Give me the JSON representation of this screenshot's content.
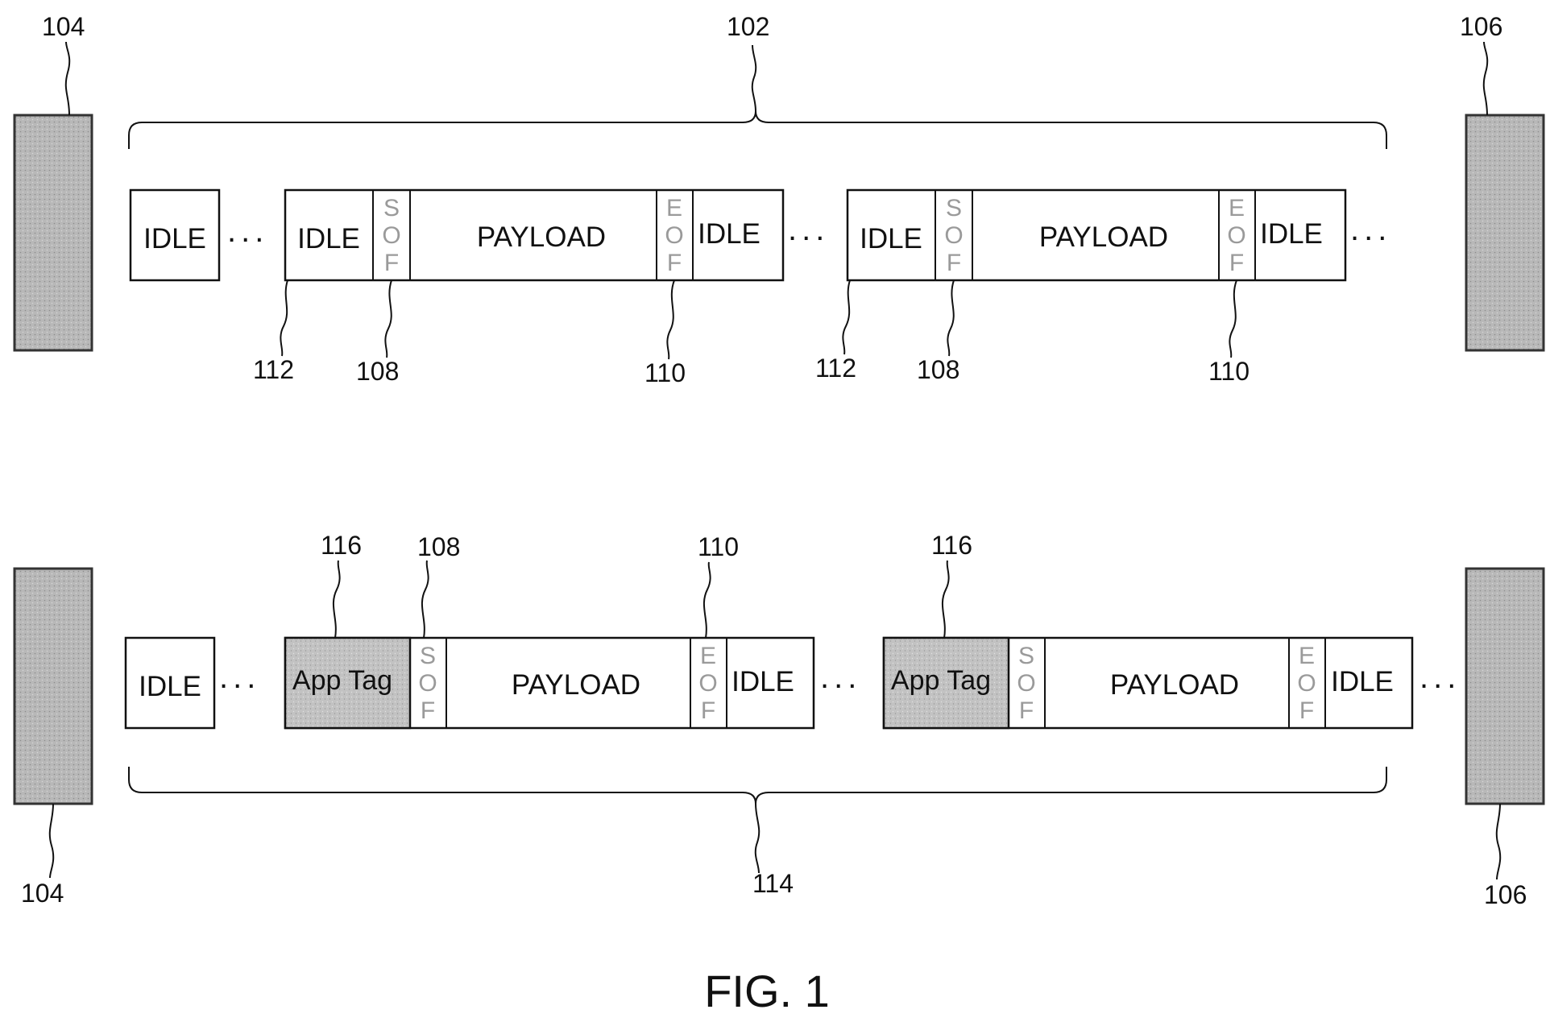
{
  "figure": {
    "caption": "FIG. 1"
  },
  "devices": [
    {
      "id": "left-top",
      "ref": "104"
    },
    {
      "id": "right-top",
      "ref": "106"
    },
    {
      "id": "left-bottom",
      "ref": "104"
    },
    {
      "id": "right-bottom",
      "ref": "106"
    }
  ],
  "streams": [
    {
      "ref": "102",
      "ellipsis": "...",
      "frames": [
        {
          "idle_before": "IDLE",
          "pre_label": "IDLE",
          "sof": [
            "S",
            "O",
            "F"
          ],
          "payload": "PAYLOAD",
          "eof": [
            "E",
            "O",
            "F"
          ],
          "idle_after": "IDLE",
          "refs": {
            "pre": "112",
            "sof": "108",
            "eof": "110"
          }
        },
        {
          "pre_label": "IDLE",
          "sof": [
            "S",
            "O",
            "F"
          ],
          "payload": "PAYLOAD",
          "eof": [
            "E",
            "O",
            "F"
          ],
          "idle_after": "IDLE",
          "refs": {
            "pre": "112",
            "sof": "108",
            "eof": "110"
          }
        }
      ]
    },
    {
      "ref": "114",
      "ellipsis": "...",
      "frames": [
        {
          "idle_before": "IDLE",
          "pre_label": "App Tag",
          "sof": [
            "S",
            "O",
            "F"
          ],
          "payload": "PAYLOAD",
          "eof": [
            "E",
            "O",
            "F"
          ],
          "idle_after": "IDLE",
          "refs": {
            "pre": "116",
            "sof": "108",
            "eof": "110"
          }
        },
        {
          "pre_label": "App Tag",
          "sof": [
            "S",
            "O",
            "F"
          ],
          "payload": "PAYLOAD",
          "eof": [
            "E",
            "O",
            "F"
          ],
          "idle_after": "IDLE",
          "refs": {
            "pre": "116"
          }
        }
      ]
    }
  ],
  "colors": {
    "device_fill": "#b4b4b4",
    "apptag_fill": "#bdbdbd",
    "line": "#111111",
    "sof_eof_text": "#9a9a9a"
  }
}
